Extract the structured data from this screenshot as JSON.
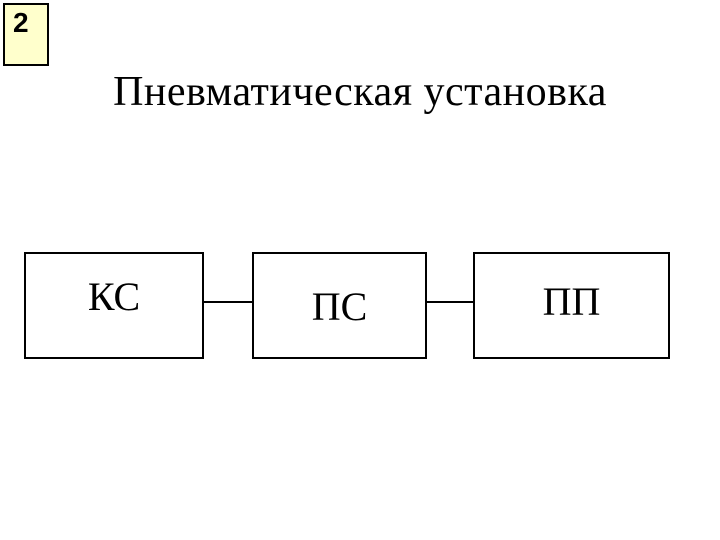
{
  "slide_number": {
    "value": "2",
    "background": "#ffffcc",
    "border_color": "#000000"
  },
  "title": {
    "text": "Пневматическая установка",
    "color": "#000000"
  },
  "diagram": {
    "blocks": [
      {
        "label": "КС"
      },
      {
        "label": "ПС"
      },
      {
        "label": "ПП"
      }
    ],
    "connections": [
      {
        "from": "КС",
        "to": "ПС"
      },
      {
        "from": "ПС",
        "to": "ПП"
      }
    ],
    "line_color": "#000000",
    "block_fill": "#ffffff",
    "block_border_color": "#000000"
  }
}
